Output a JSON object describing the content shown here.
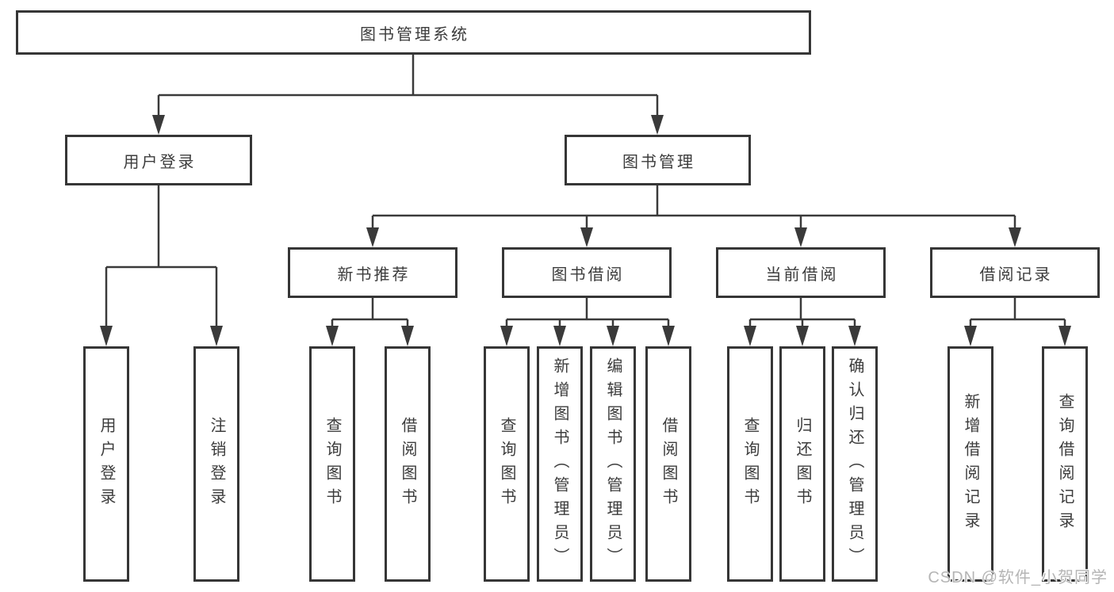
{
  "watermark": {
    "text": "CSDN @软件_小贺同学"
  },
  "colors": {
    "line": "#3a3a3a",
    "box_border": "#363636",
    "text": "#3c3c3c",
    "watermark": "#b5b5b5",
    "background": "#ffffff"
  },
  "tree": {
    "root": {
      "label": "图书管理系统"
    },
    "level2": {
      "user_login": {
        "label": "用户登录"
      },
      "book_mgmt": {
        "label": "图书管理"
      }
    },
    "level3": {
      "new_books": {
        "label": "新书推荐"
      },
      "book_borrow": {
        "label": "图书借阅"
      },
      "current_borrow": {
        "label": "当前借阅"
      },
      "borrow_records": {
        "label": "借阅记录"
      }
    },
    "level4": {
      "user_login": [
        {
          "label": "用户登录"
        },
        {
          "label": "注销登录"
        }
      ],
      "new_books": [
        {
          "label": "查询图书"
        },
        {
          "label": "借阅图书"
        }
      ],
      "book_borrow": [
        {
          "label": "查询图书"
        },
        {
          "label": "新增图书（管理员）"
        },
        {
          "label": "编辑图书（管理员）"
        },
        {
          "label": "借阅图书"
        }
      ],
      "current_borrow": [
        {
          "label": "查询图书"
        },
        {
          "label": "归还图书"
        },
        {
          "label": "确认归还（管理员）"
        }
      ],
      "borrow_records": [
        {
          "label": "新增借阅记录"
        },
        {
          "label": "查询借阅记录"
        }
      ]
    }
  }
}
